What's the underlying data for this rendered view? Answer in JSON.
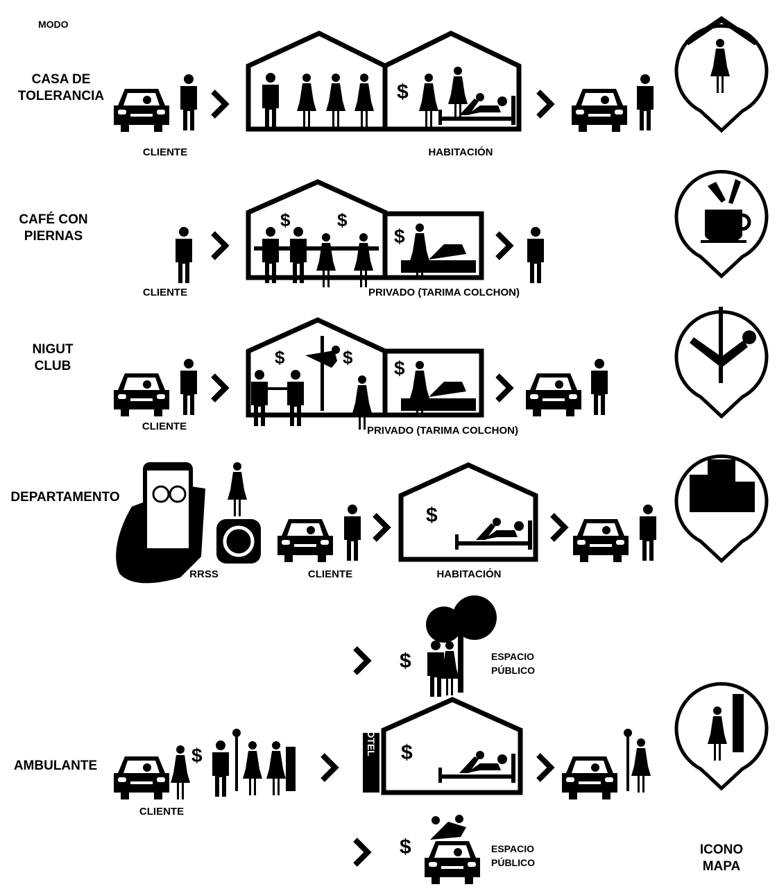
{
  "header": {
    "modo": "MODO"
  },
  "rows": {
    "casa": {
      "title_l1": "CASA DE",
      "title_l2": "TOLERANCIA",
      "cliente": "CLIENTE",
      "room": "HABITACIÓN"
    },
    "cafe": {
      "title_l1": "CAFÉ CON",
      "title_l2": "PIERNAS",
      "cliente": "CLIENTE",
      "room": "PRIVADO (TARIMA COLCHON)"
    },
    "club": {
      "title_l1": "NIGUT",
      "title_l2": "CLUB",
      "cliente": "CLIENTE",
      "room": "PRIVADO (TARIMA COLCHON)"
    },
    "depto": {
      "title": "DEPARTAMENTO",
      "rrss": "RRSS",
      "cliente": "CLIENTE",
      "room": "HABITACIÓN"
    },
    "ambulante": {
      "title": "AMBULANTE",
      "cliente": "CLIENTE",
      "hotel_sign": "HOTEL",
      "espacio_l1": "ESPACIO",
      "espacio_l2": "PÚBLICO"
    }
  },
  "symbols": {
    "dollar": "$"
  },
  "footer": {
    "icono_l1": "ICONO",
    "icono_l2": "MAPA"
  },
  "icons": [
    "car-icon",
    "person-icon",
    "chevron-right-icon",
    "house-icon",
    "dollar-icon",
    "phone-icon",
    "whatsapp-icon",
    "tree-icon",
    "hotel-sign-icon",
    "streetlamp-icon",
    "map-pin-icon",
    "building-icon",
    "coffee-cup-icon",
    "pole-dancer-icon"
  ]
}
